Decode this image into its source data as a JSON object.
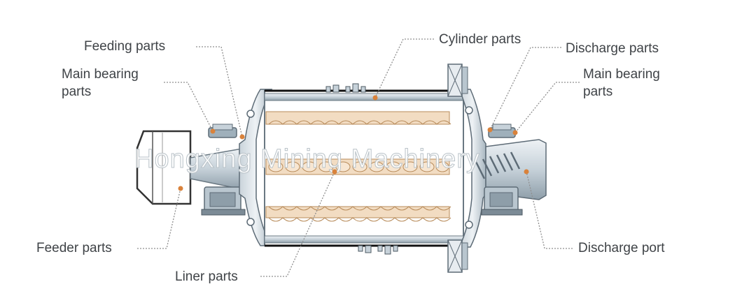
{
  "labels": {
    "feeding_parts": "Feeding parts",
    "main_bearing_parts_left_line1": "Main bearing",
    "main_bearing_parts_left_line2": "parts",
    "cylinder_parts": "Cylinder parts",
    "discharge_parts": "Discharge parts",
    "main_bearing_parts_right_line1": "Main bearing",
    "main_bearing_parts_right_line2": "parts",
    "feeder_parts": "Feeder parts",
    "liner_parts": "Liner parts",
    "discharge_port": "Discharge port"
  },
  "watermark": "Hongxing Mining Machinery",
  "colors": {
    "text": "#3f4347",
    "leader_line": "#8f8f8f",
    "callout_dot": "#d9823b",
    "steel_light": "#d7e0e6",
    "steel_mid": "#9fb0bb",
    "steel_dark": "#5d6b76",
    "liner_fill": "#f2dcc2",
    "liner_stroke": "#b88b5a"
  }
}
